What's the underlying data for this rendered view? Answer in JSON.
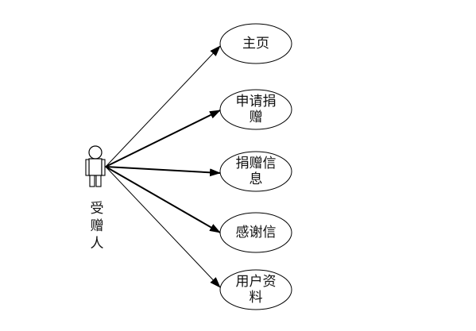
{
  "actor": {
    "label": "受赠人",
    "icon": "stick-figure-icon"
  },
  "use_cases": [
    {
      "id": "home",
      "label": "主页"
    },
    {
      "id": "apply-donation",
      "label": "申请捐赠"
    },
    {
      "id": "donation-info",
      "label": "捐赠信息"
    },
    {
      "id": "thanks-letter",
      "label": "感谢信"
    },
    {
      "id": "user-profile",
      "label": "用户资料"
    }
  ],
  "colors": {
    "line": "#000000",
    "ellipse_fill": "#ffffff",
    "ellipse_stroke": "#000000"
  }
}
